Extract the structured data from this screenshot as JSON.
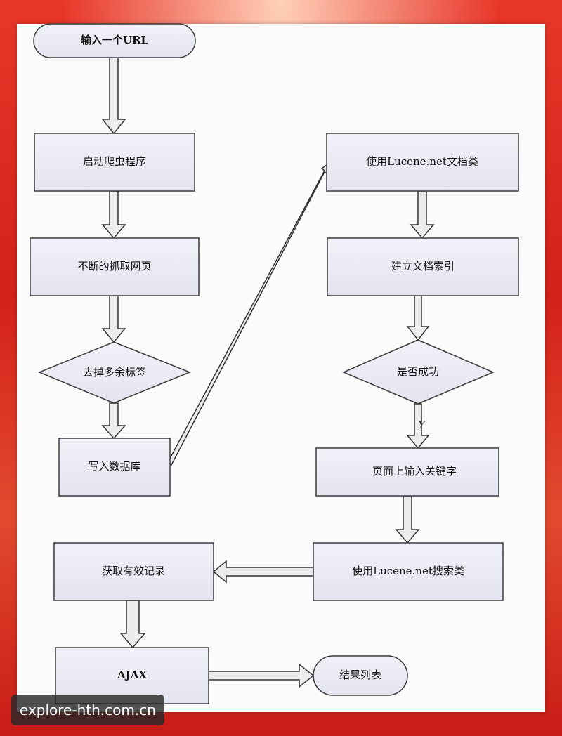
{
  "nodes": {
    "start": "输入一个URL",
    "start_crawler": "启动爬虫程序",
    "crawl_pages": "不断的抓取网页",
    "remove_tags": "去掉多余标签",
    "write_db": "写入数据库",
    "lucene_doc_class": "使用Lucene.net文档类",
    "build_index": "建立文档索引",
    "is_success": "是否成功",
    "input_keyword": "页面上输入关键字",
    "lucene_search_class": "使用Lucene.net搜索类",
    "get_records": "获取有效记录",
    "ajax": "AJAX",
    "result_list": "结果列表"
  },
  "edges": {
    "yes_label": "Y"
  },
  "watermark": "explore-hth.com.cn",
  "colors": {
    "box_fill": "#ececf6",
    "box_stroke": "#3a3a3a",
    "arrow_fill": "#ececec",
    "background_red": "#d9271f"
  }
}
